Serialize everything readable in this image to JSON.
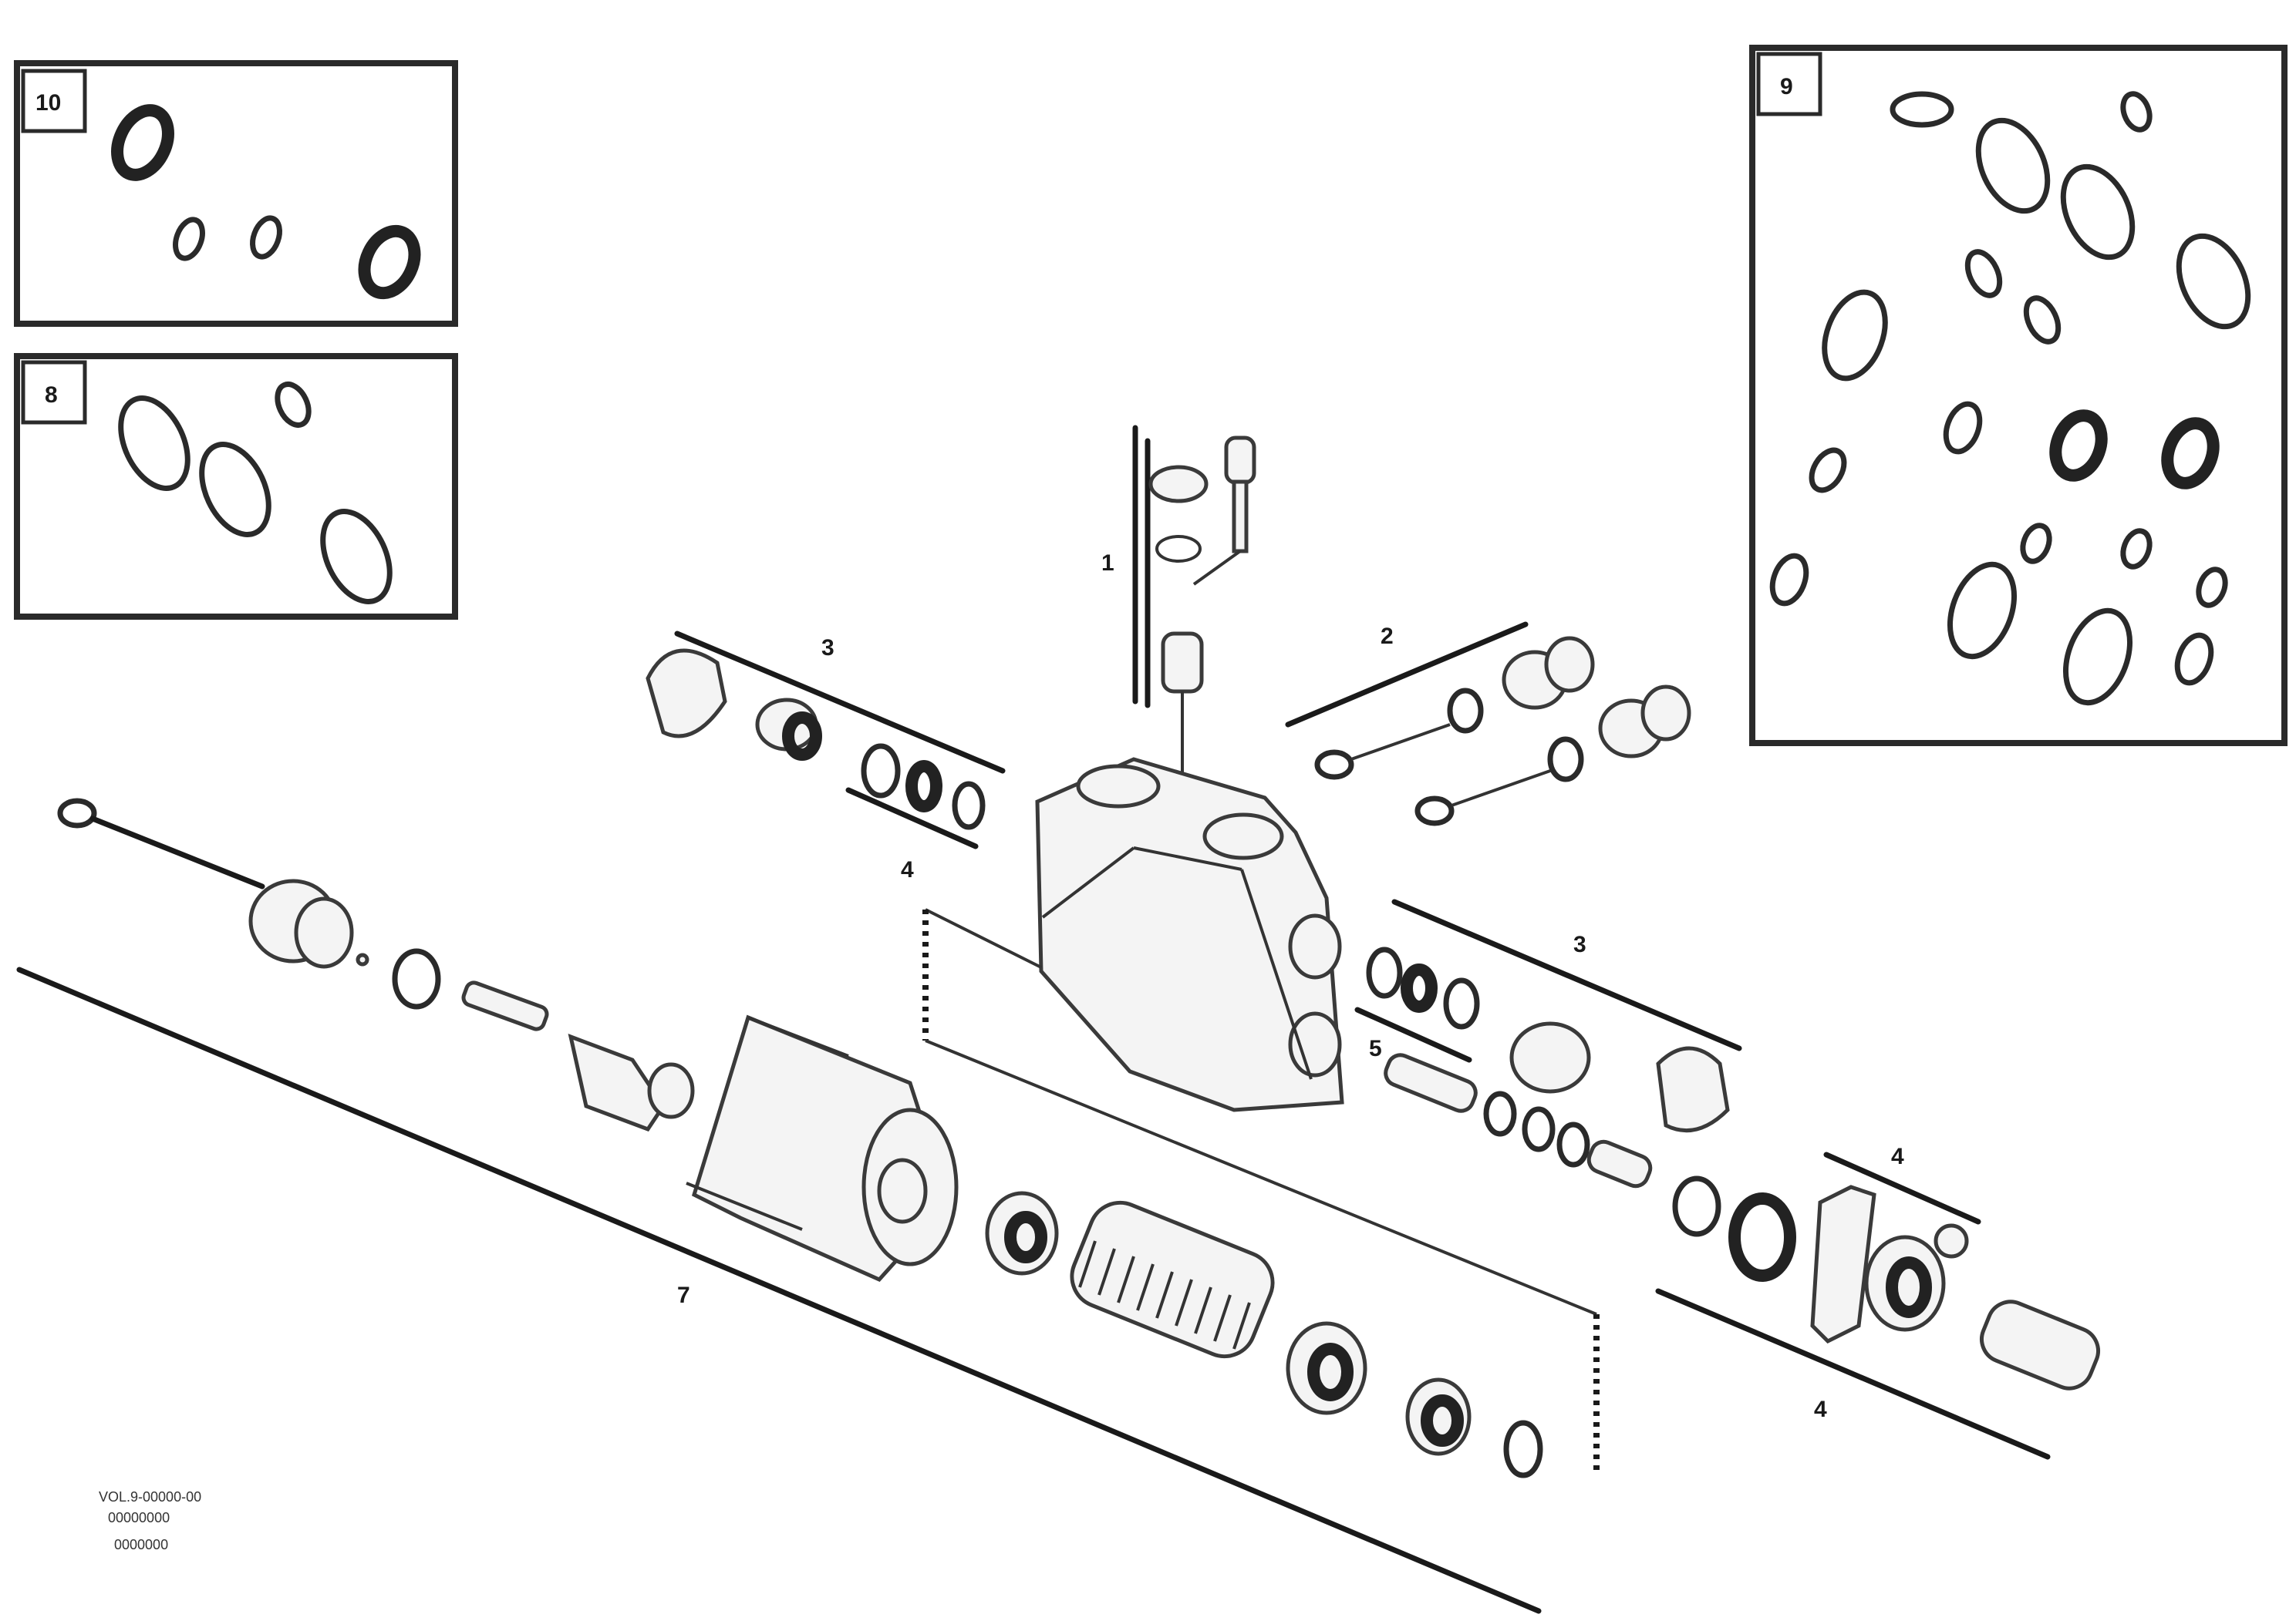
{
  "callouts": {
    "c1": "1",
    "c2": "2",
    "c3a": "3",
    "c3b": "3",
    "c4a": "4",
    "c4b": "4",
    "c4c": "4",
    "c5": "5",
    "c7": "7"
  },
  "detail_boxes": {
    "box10": "10",
    "box8": "8",
    "box9": "9"
  },
  "footer": {
    "line1": "VOL.9-00000-00",
    "line2": "00000000",
    "line3": "0000000"
  }
}
